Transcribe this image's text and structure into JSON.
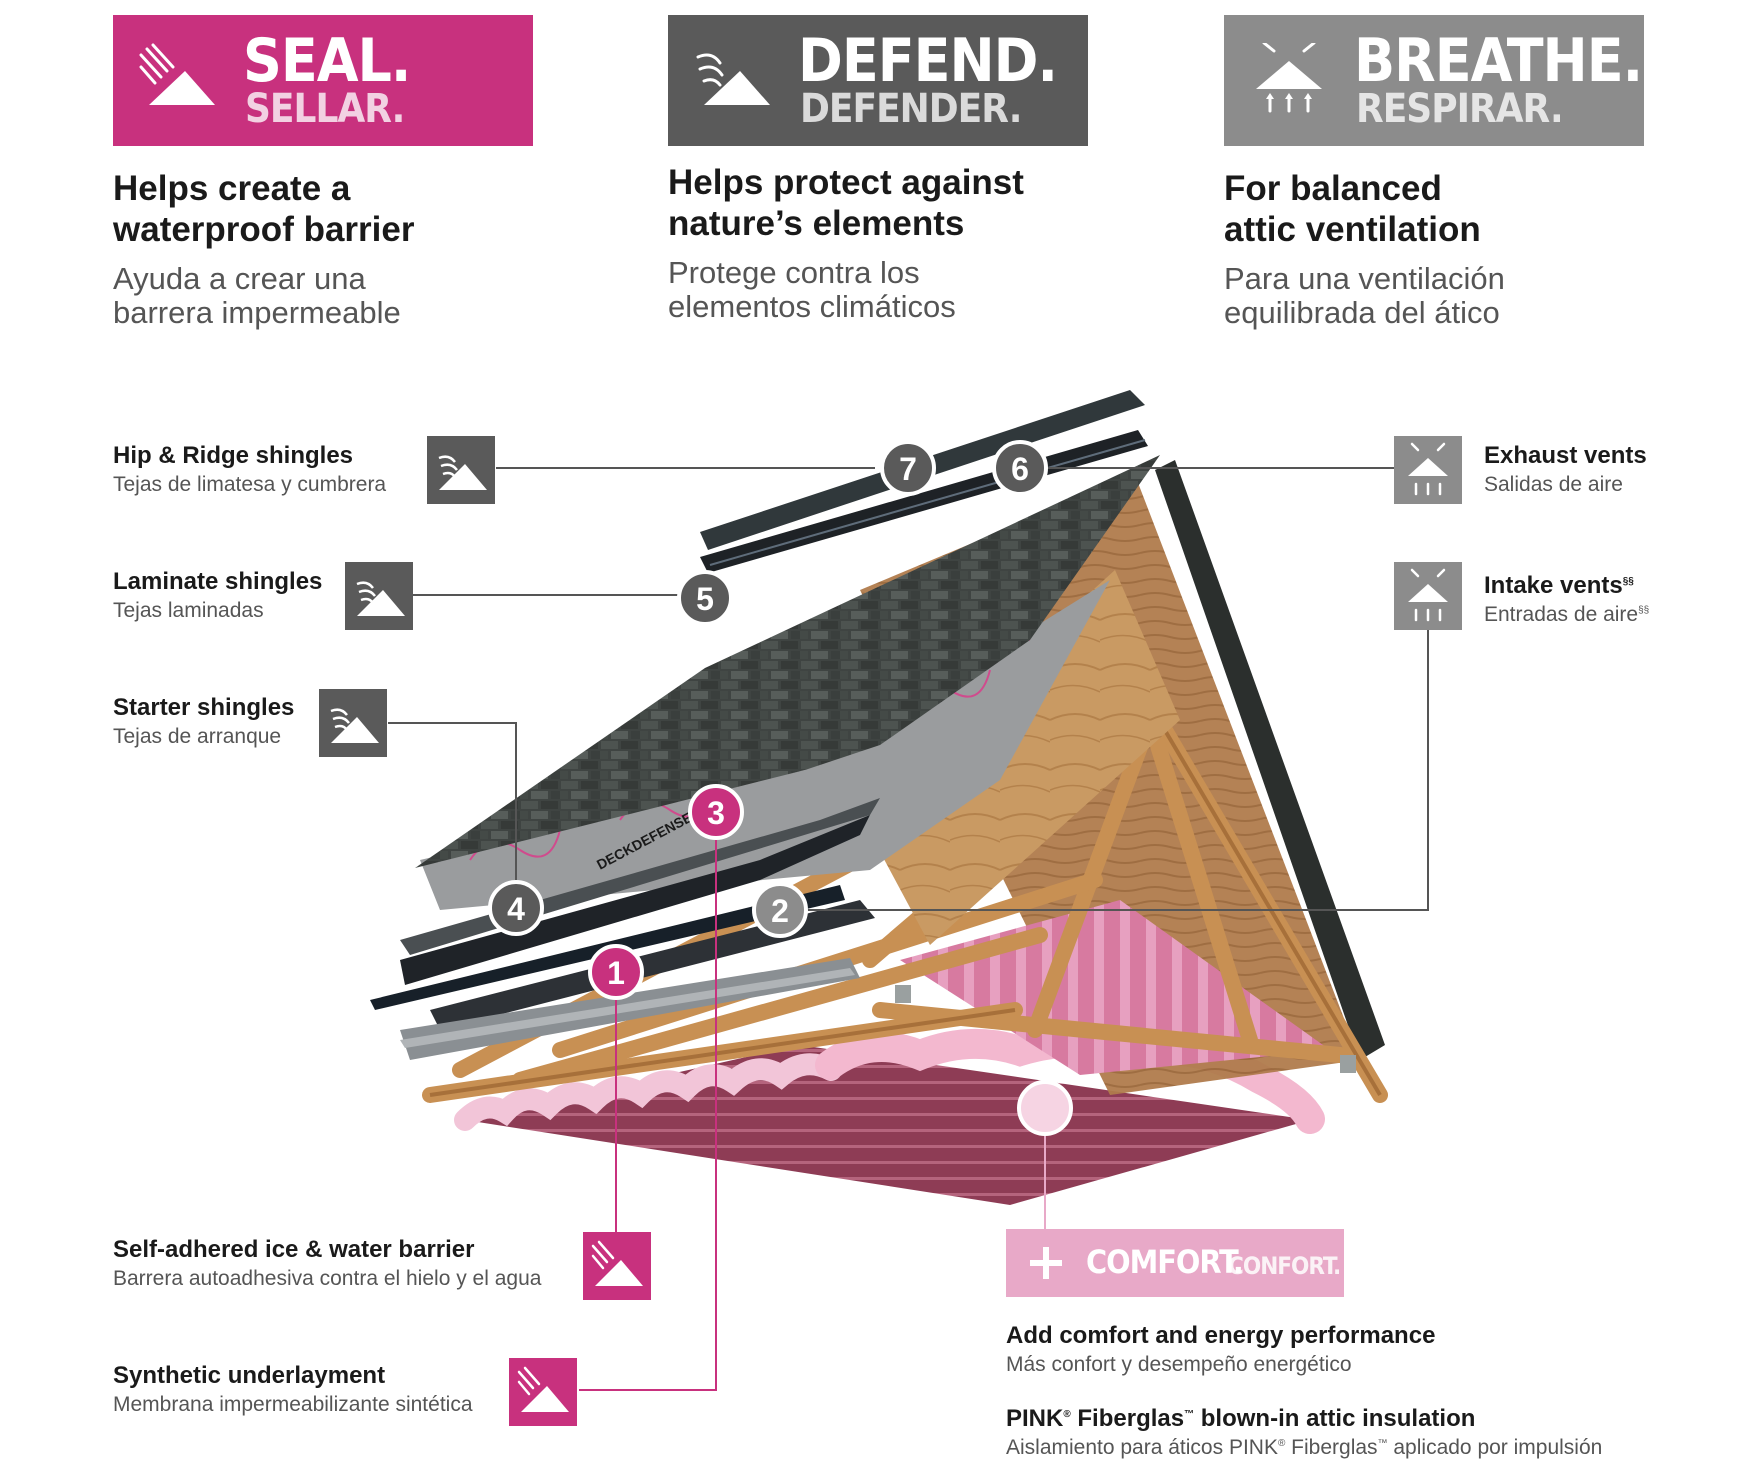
{
  "banners": {
    "seal": {
      "title": "SEAL.",
      "subtitle": "SELLAR.",
      "color": "#c8317e",
      "icon": "roof-shingle-icon"
    },
    "defend": {
      "title": "DEFEND.",
      "subtitle": "DEFENDER.",
      "color": "#5a5a5a",
      "icon": "roof-shingle-icon"
    },
    "breathe": {
      "title": "BREATHE.",
      "subtitle": "RESPIRAR.",
      "color": "#8c8c8c",
      "icon": "ventilation-icon"
    }
  },
  "columns": {
    "seal": {
      "heading_1": "Helps create a",
      "heading_2": "waterproof barrier",
      "sub_1": "Ayuda a crear una",
      "sub_2": "barrera impermeable"
    },
    "defend": {
      "heading_1": "Helps protect against",
      "heading_2": "nature’s elements",
      "sub_1": "Protege contra los",
      "sub_2": "elementos climáticos"
    },
    "breathe": {
      "heading_1": "For balanced",
      "heading_2": "attic ventilation",
      "sub_1": "Para una ventilación",
      "sub_2": "equilibrada del ático"
    }
  },
  "callouts": {
    "hip_ridge": {
      "number": "7",
      "label": "Hip & Ridge shingles",
      "label_es": "Tejas de limatesa y cumbrera"
    },
    "exhaust": {
      "number": "6",
      "label": "Exhaust vents",
      "label_es": "Salidas de aire"
    },
    "laminate": {
      "number": "5",
      "label": "Laminate shingles",
      "label_es": "Tejas laminadas"
    },
    "intake": {
      "number": "2",
      "label": "Intake vents",
      "label_es": "Entradas de aire",
      "footnote": "§§"
    },
    "starter": {
      "number": "4",
      "label": "Starter shingles",
      "label_es": "Tejas de arranque"
    },
    "underlayment": {
      "number": "3",
      "label": "Synthetic underlayment",
      "label_es": "Membrana impermeabilizante sintética"
    },
    "ice_water": {
      "number": "1",
      "label": "Self-adhered ice & water barrier",
      "label_es": "Barrera autoadhesiva contra el hielo y el agua"
    }
  },
  "underlayment_brand": "DECKDEFENSE",
  "comfort": {
    "title": "COMFORT.",
    "title_es": "CONFORT.",
    "heading": "Add comfort and energy performance",
    "heading_es": "Más confort y desempeño energético",
    "product_pre": "PINK",
    "product_reg": "®",
    "product_mid": " Fiberglas",
    "product_tm": "™",
    "product_post": " blown-in attic insulation",
    "product_es_pre": "Aislamiento para áticos PINK",
    "product_es_mid": " Fiberglas",
    "product_es_post": " aplicado por impulsión"
  },
  "colors": {
    "pink": "#c8317e",
    "dark_gray": "#5a5a5a",
    "light_gray": "#8c8c8c",
    "comfort_pink": "#e8a9c8"
  }
}
